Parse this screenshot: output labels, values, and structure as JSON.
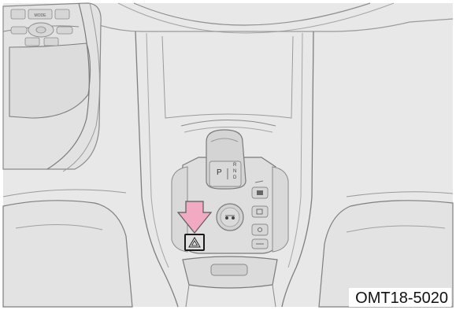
{
  "figure": {
    "code": "OMT18-5020"
  },
  "gear_selector": {
    "park": "P",
    "positions": [
      "R",
      "N",
      "D"
    ]
  },
  "steering_wheel": {
    "mode_label": "MODE"
  },
  "colors": {
    "background": "#e9e9e9",
    "line": "#8c8c8c",
    "arrow_fill": "#f2aac2",
    "arrow_stroke": "#5a5a5a"
  },
  "icons": [
    "hazard-icon",
    "drive-mode-icon",
    "parking-assist-icon",
    "camera-icon",
    "auto-hold-icon"
  ]
}
